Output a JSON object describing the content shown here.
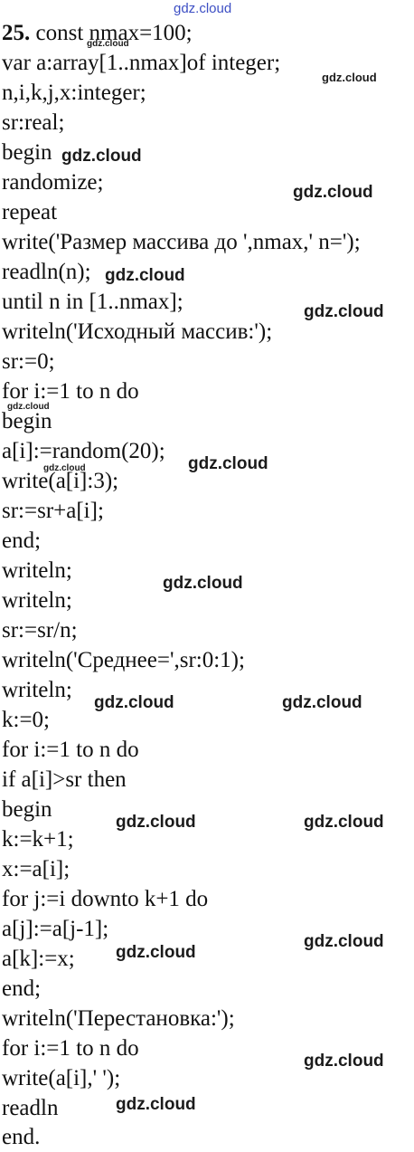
{
  "exercise_number": "25.",
  "lines": [
    "const nmax=100;",
    "var a:array[1..nmax]of integer;",
    "n,i,k,j,x:integer;",
    "sr:real;",
    "begin",
    "randomize;",
    "repeat",
    "write('Размер массива до ',nmax,' n=');",
    "readln(n);",
    "until n in [1..nmax];",
    "writeln('Исходный массив:');",
    "sr:=0;",
    "for i:=1 to n do",
    "begin",
    "a[i]:=random(20);",
    "write(a[i]:3);",
    "sr:=sr+a[i];",
    "end;",
    "writeln;",
    "writeln;",
    "sr:=sr/n;",
    "writeln('Среднее=',sr:0:1);",
    "writeln;",
    "k:=0;",
    "for i:=1 to n do",
    "if a[i]>sr then",
    "begin",
    "k:=k+1;",
    "x:=a[i];",
    "for j:=i downto k+1 do",
    "a[j]:=a[j-1];",
    "a[k]:=x;",
    "end;",
    "writeln('Перестановка:');",
    "for i:=1 to n do",
    "write(a[i],' ');",
    "readln",
    "end."
  ],
  "watermark": "gdz.cloud"
}
